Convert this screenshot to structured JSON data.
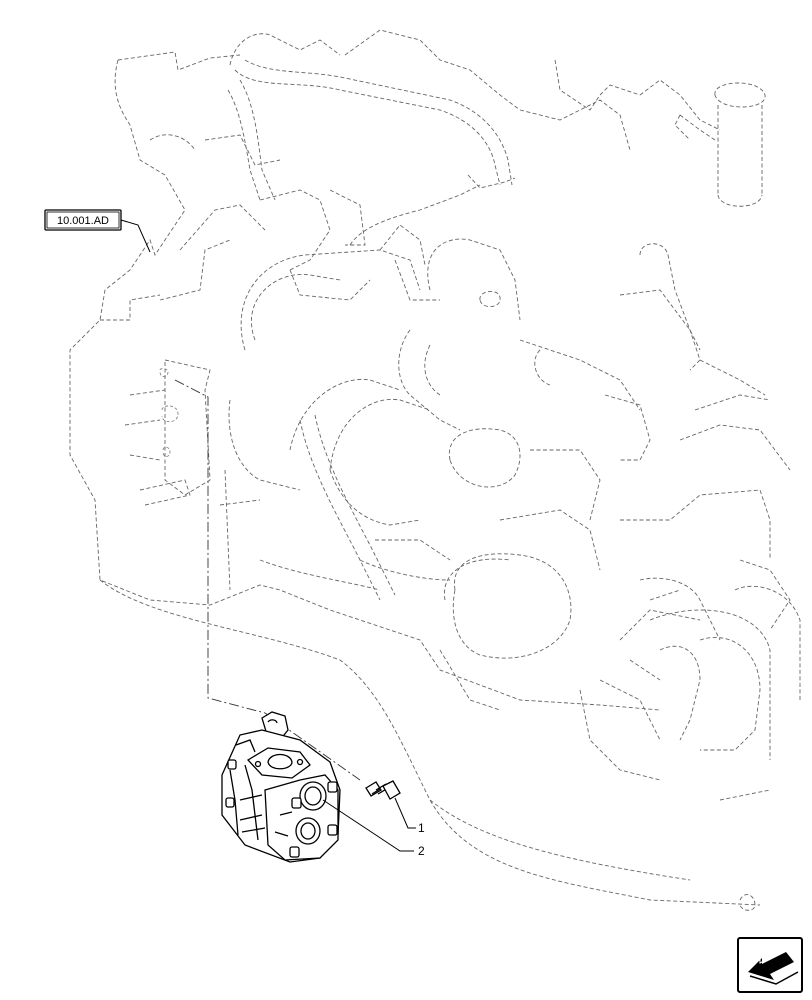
{
  "reference_box": {
    "label": "10.001.AD"
  },
  "callouts": [
    {
      "id": "1",
      "label": "1"
    },
    {
      "id": "2",
      "label": "2"
    }
  ],
  "nav_icon": "forward-arrow-icon",
  "colors": {
    "line": "#000000",
    "ghost": "#666666",
    "background": "#ffffff"
  }
}
